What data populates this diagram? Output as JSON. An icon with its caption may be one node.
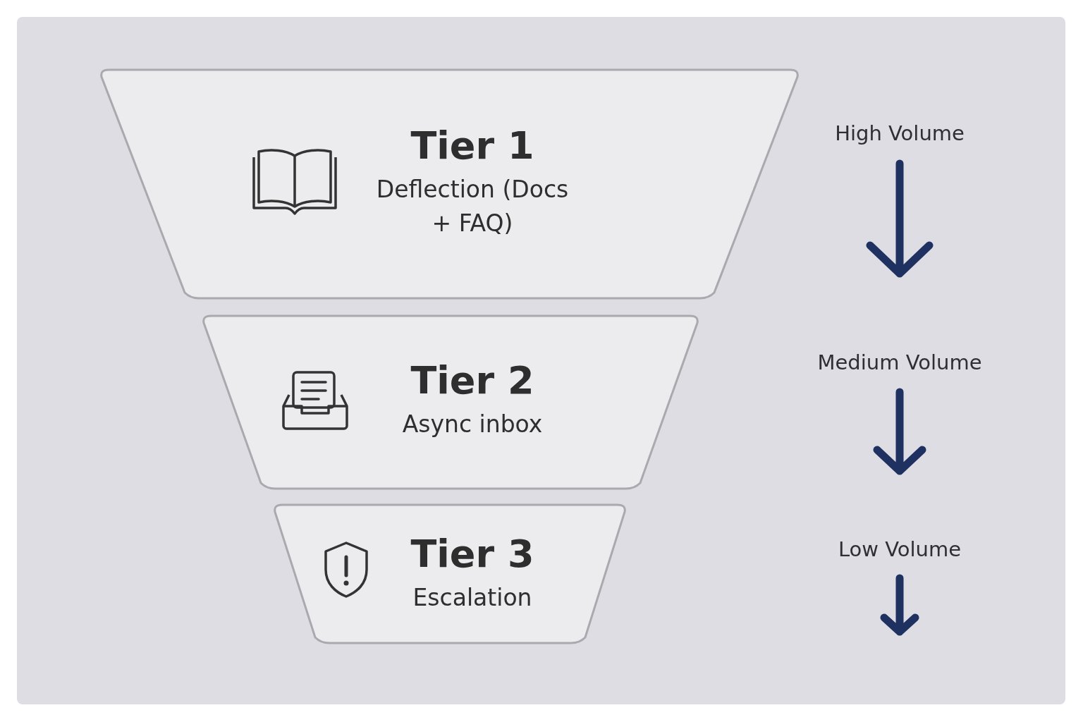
{
  "diagram": {
    "nodes": [
      {
        "text": [
          "Tier 1",
          "Deflection (Docs + FAQ)"
        ]
      },
      {
        "text": [
          "Tier 2",
          "Async inbox"
        ]
      },
      {
        "text": [
          "Tier 3",
          "Escalation"
        ]
      }
    ],
    "labels": [
      "High Volume",
      "Medium Volume",
      "Low Volume"
    ]
  }
}
